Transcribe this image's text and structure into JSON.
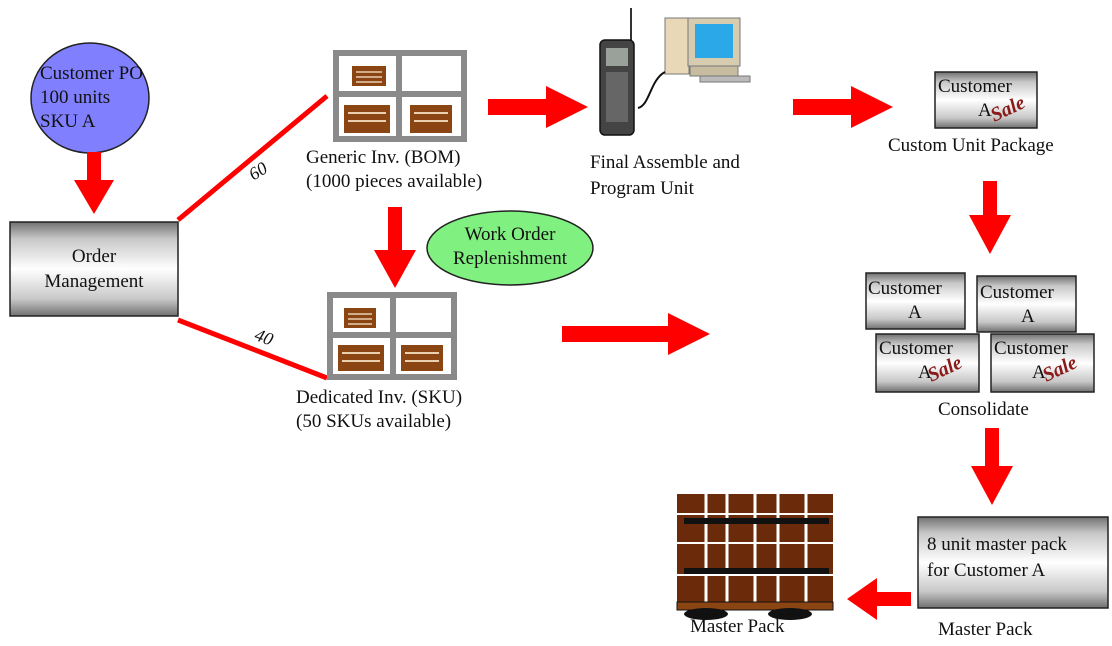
{
  "nodes": {
    "customer_po": {
      "lines": [
        "Customer PO",
        "100 units",
        "SKU A"
      ]
    },
    "order_management": {
      "lines": [
        "Order",
        "Management"
      ]
    },
    "generic_inv": {
      "lines": [
        "Generic Inv. (BOM)",
        "(1000 pieces available)"
      ]
    },
    "dedicated_inv": {
      "lines": [
        "Dedicated Inv. (SKU)",
        "(50 SKUs available)"
      ]
    },
    "work_order": {
      "lines": [
        "Work Order",
        "Replenishment"
      ]
    },
    "final_assemble": {
      "lines": [
        "Final Assemble and",
        "Program Unit"
      ]
    },
    "custom_unit_package": {
      "label": "Custom Unit Package",
      "box_text": "Customer",
      "box_sub": "A",
      "sale": "Sale"
    },
    "consolidate": {
      "label": "Consolidate",
      "box_text": "Customer",
      "box_sub": "A",
      "sale": "Sale"
    },
    "master_pack_box": {
      "lines": [
        "8 unit master pack",
        "for Customer A"
      ],
      "label": "Master Pack"
    },
    "master_pack_pallet": {
      "label": "Master Pack"
    }
  },
  "edges": {
    "generic_split": "60",
    "dedicated_split": "40"
  },
  "colors": {
    "arrow": "#ff0000",
    "split_line": "#ff0000",
    "customer_po_fill": "#8080ff",
    "work_order_fill": "#80f080",
    "rack": "#8a8a8a",
    "carton": "#8b4513",
    "pallet": "#6b2b0b"
  }
}
